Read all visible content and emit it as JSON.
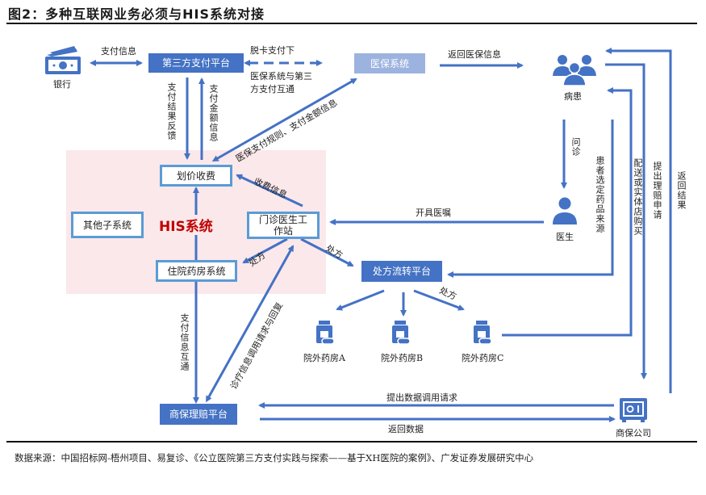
{
  "title": "图2：多种互联网业务必须与HIS系统对接",
  "his_label": "HIS系统",
  "nodes": {
    "bank": "银行",
    "third_party_pay": "第三方支付平台",
    "medical_insurance": "医保系统",
    "patients": "病患",
    "billing": "划价收费",
    "other_subsystems": "其他子系统",
    "outpatient_station": "门诊医生工作站",
    "inpatient_pharmacy": "住院药房系统",
    "prescription_platform": "处方流转平台",
    "doctor": "医生",
    "pharmacy_a": "院外药房A",
    "pharmacy_b": "院外药房B",
    "pharmacy_c": "院外药房C",
    "commercial_claim_platform": "商保理赔平台",
    "insurance_company": "商保公司"
  },
  "edges": {
    "pay_info": "支付信息",
    "cardless_pay": "脱卡支付下",
    "mi_third_party": "医保系统与第三方支付互通",
    "return_mi_info": "返回医保信息",
    "pay_result_feedback": "支付结果反馈",
    "pay_amount_info": "支付金额信息",
    "mi_rules": "医保支付规则、支付金额信息",
    "fee_info": "收费信息",
    "consultation": "问诊",
    "issue_orders": "开具医嘱",
    "patient_choose_source": "患者选定药品来源",
    "delivery_or_store": "配送或实体店购买",
    "submit_claim": "提出理赔申请",
    "return_result": "返回结果",
    "prescription_1": "处方",
    "prescription_2": "处方",
    "prescription_3": "处方",
    "pay_info_interop": "支付信息互通",
    "medical_info_request": "诊疗信息调用请求与回复",
    "submit_data_request": "提出数据调用请求",
    "return_data": "返回数据"
  },
  "source": "数据来源：中国招标网-梧州项目、易复诊、《公立医院第三方支付实践与探索——基于XH医院的案例》、广发证券发展研究中心",
  "colors": {
    "arrow": "#4472c4",
    "solid_box": "#4472c4",
    "light_box": "#9db3df",
    "outline": "#5b9bd5",
    "his_bg": "#fbe8ea",
    "his_text": "#c00000"
  }
}
